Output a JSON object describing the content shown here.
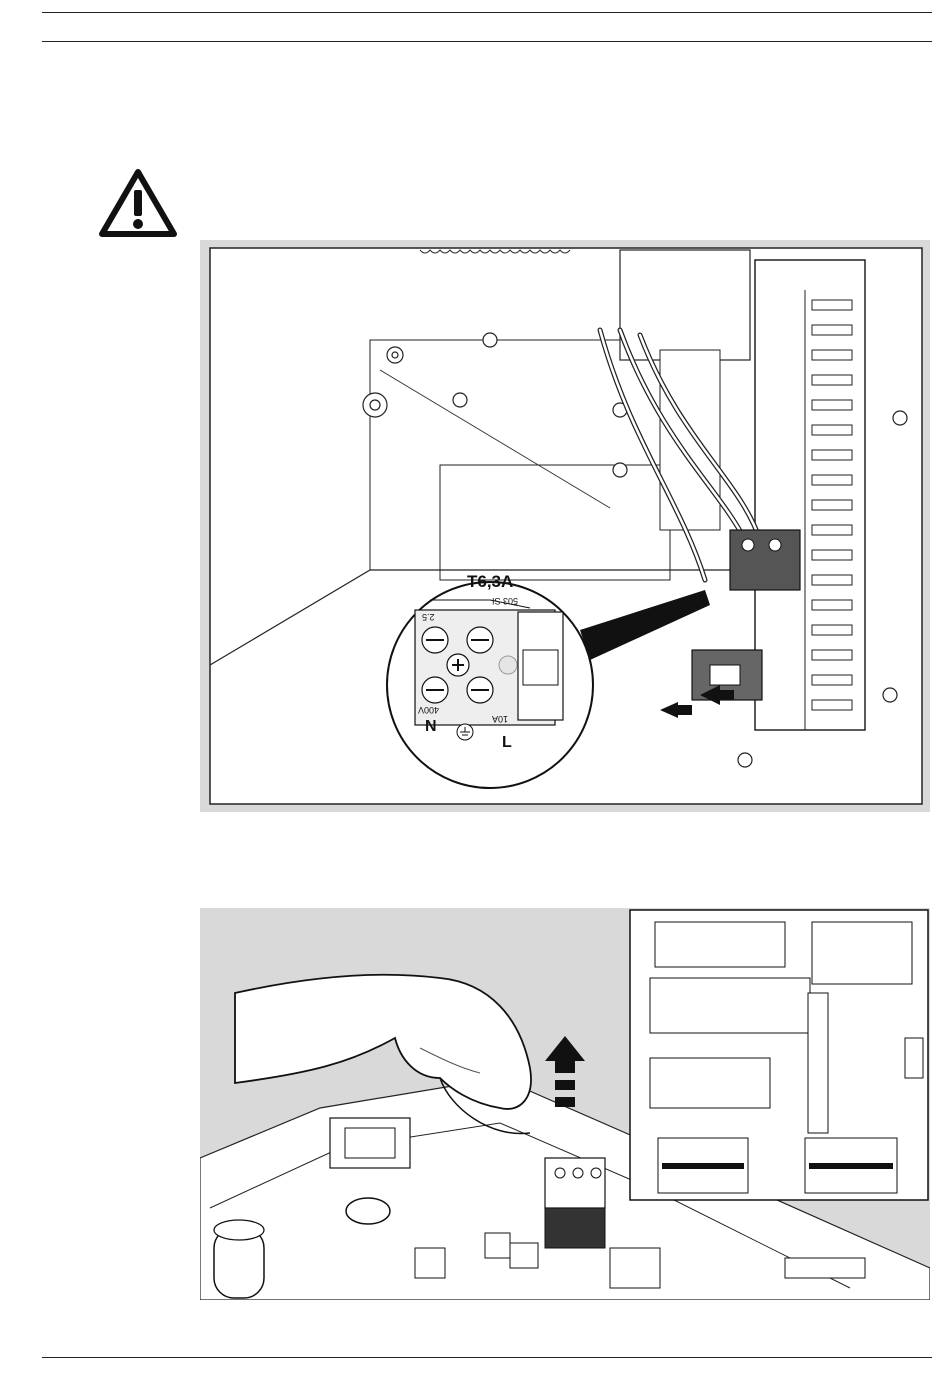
{
  "warning": {
    "icon": "warning-triangle-icon"
  },
  "figure1": {
    "fuse_label": "T6,3A",
    "terminal_rating_top": "2.5",
    "terminal_rating_voltage": "400V",
    "terminal_rating_current": "10A",
    "terminal_code": "503 SI",
    "label_n": "N",
    "label_l": "L",
    "earth_symbol": "⏚"
  },
  "figure2": {
    "inset": "board-overview"
  }
}
